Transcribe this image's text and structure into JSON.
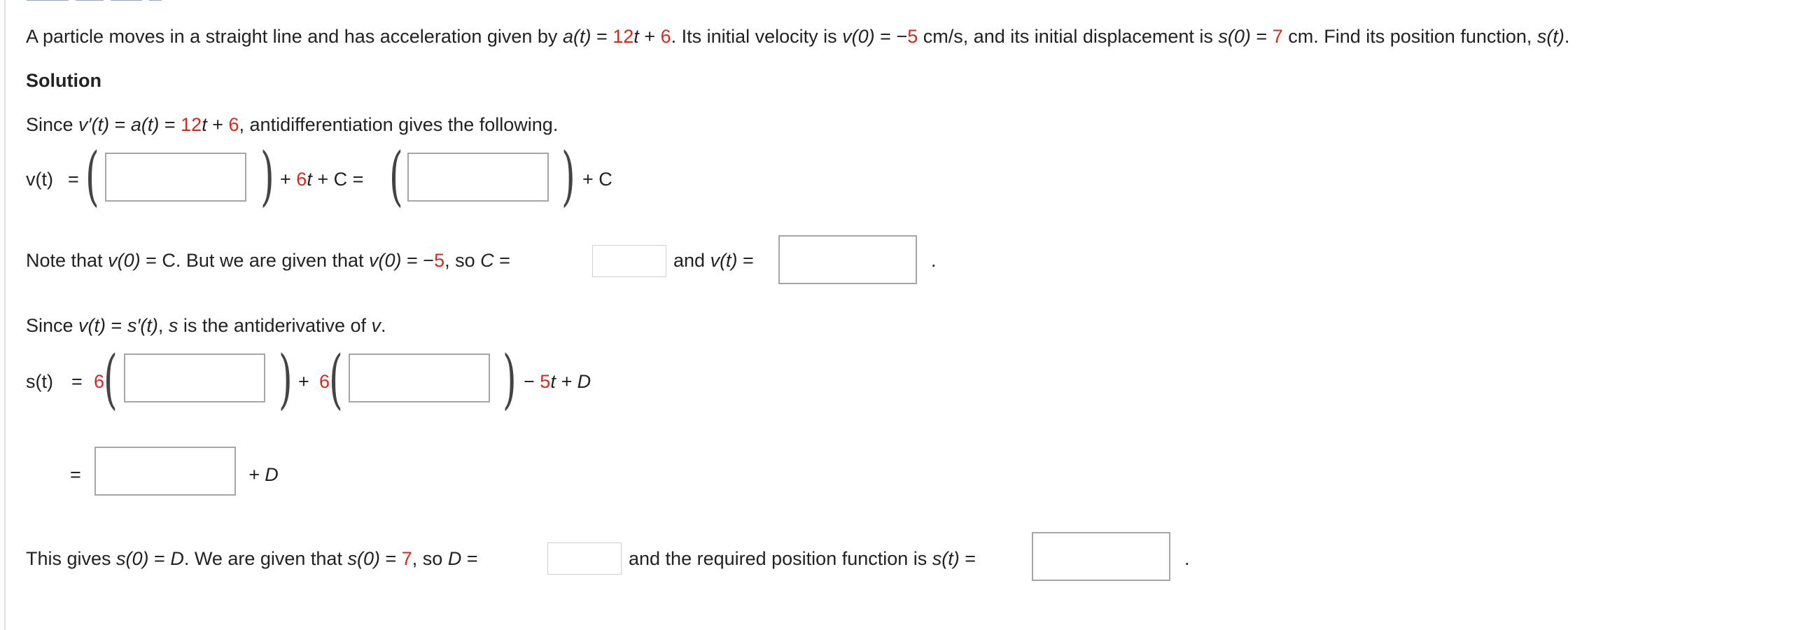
{
  "problem": {
    "t1": "A particle moves in a straight line and has acceleration given by ",
    "a_t": "a(t)",
    "eq": " = ",
    "c12": "12",
    "tv": "t",
    "plus": " + ",
    "c6": "6",
    "t2": ". Its initial velocity is ",
    "v0": "v(0)",
    "eq2": " = −",
    "c5": "5",
    "t3": " cm/s, and its initial displacement is ",
    "s0": "s(0)",
    "eq3": " = ",
    "c7": "7",
    "t4": " cm. Find its position function, ",
    "st": "s(t)",
    "end": "."
  },
  "solution_heading": "Solution",
  "step1": {
    "t1": "Since ",
    "vprime": "v′(t)",
    "eq": " = ",
    "a_t": "a(t)",
    "eq2": " = ",
    "c12": "12",
    "tv": "t",
    "plus": " + ",
    "c6": "6",
    "t2": ", antidifferentiation gives the following."
  },
  "vt_row": {
    "lhs": "v(t)",
    "eq": "=",
    "mid_plus": "+",
    "mid_coef": "6",
    "mid_t": "t",
    "mid_rest": " + C =",
    "end": "+ C"
  },
  "note": {
    "t1": "Note that ",
    "v0": "v(0)",
    "t2": " = C. But we are given that ",
    "v0b": "v(0)",
    "t3": " = −",
    "c5": "5",
    "t4": ", so ",
    "C": "C",
    "t5": " =",
    "t6": "and ",
    "vt": "v(t)",
    "t7": " =",
    "dot": "."
  },
  "step2": {
    "t1": "Since ",
    "vt": "v(t)",
    "t2": " = ",
    "sprime": "s′(t)",
    "t3": ", ",
    "s": "s",
    "t4": " is the antiderivative of ",
    "v": "v",
    "t5": "."
  },
  "st_row": {
    "lhs": "s(t)",
    "eq": "=",
    "coef1": "6",
    "plus": "+",
    "coef2": "6",
    "minus": "−",
    "c5": "5",
    "tv": "t",
    "rest": " + D"
  },
  "st_row2": {
    "eq": "=",
    "rest": "+ D"
  },
  "final": {
    "t1": "This gives ",
    "s0": "s(0)",
    "t2": " = ",
    "D": "D",
    "t3": ". We are given that ",
    "s0b": "s(0)",
    "t4": " = ",
    "c7": "7",
    "t5": ", so ",
    "D2": "D",
    "t6": " =",
    "t7": "and the required position function is ",
    "st": "s(t)",
    "t8": " =",
    "dot": "."
  }
}
